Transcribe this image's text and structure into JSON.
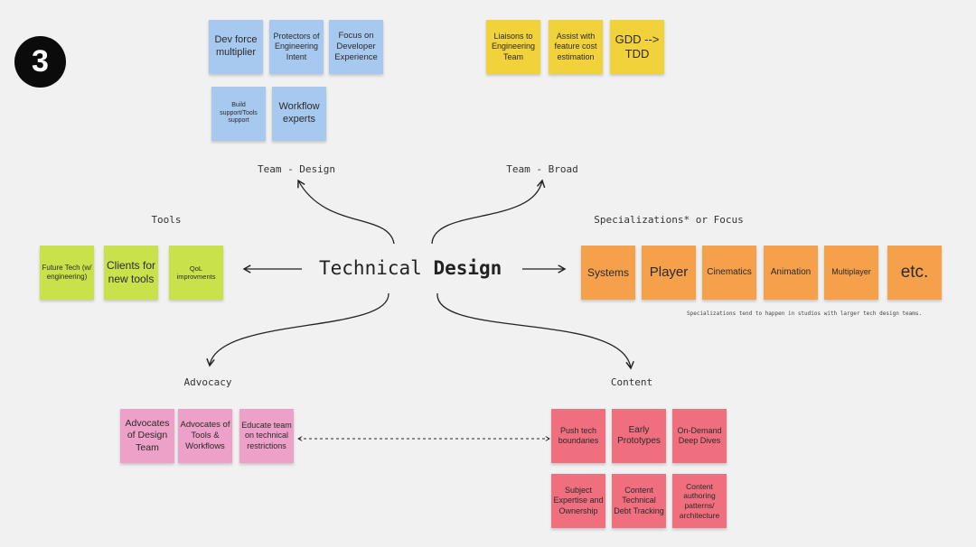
{
  "step_badge": "3",
  "center_title": {
    "light": "Technical",
    "bold": "Design"
  },
  "sections": {
    "team_design": "Team - Design",
    "team_broad": "Team - Broad",
    "tools": "Tools",
    "specializations": "Specializations* or Focus",
    "advocacy": "Advocacy",
    "content": "Content"
  },
  "specializations_note": "Specializations tend to happen in studios with larger tech design teams.",
  "notes": {
    "team_design": [
      "Dev force multiplier",
      "Protectors of Engineering Intent",
      "Focus on Developer Experience",
      "Build support/Tools support",
      "Workflow experts"
    ],
    "team_broad": [
      "Liaisons to Engineering Team",
      "Assist with feature cost estimation",
      "GDD --> TDD"
    ],
    "tools": [
      "Future Tech (w/ engineering)",
      "Clients for new tools",
      "QoL improvments"
    ],
    "specializations": [
      "Systems",
      "Player",
      "Cinematics",
      "Animation",
      "Multiplayer",
      "etc."
    ],
    "advocacy": [
      "Advocates of Design Team",
      "Advocates of Tools & Workflows",
      "Educate team on technical restrictions"
    ],
    "content": [
      "Push tech boundaries",
      "Early Prototypes",
      "On-Demand Deep Dives",
      "Subject Expertise and Ownership",
      "Content Technical Debt Tracking",
      "Content authoring patterns/ architecture"
    ]
  },
  "colors": {
    "background": "#f1f1f1",
    "blue": "#a8c9ef",
    "yellow": "#f2d23a",
    "green": "#c9e14a",
    "orange": "#f5a04a",
    "pink": "#eda0c8",
    "red": "#ef6f7f"
  }
}
